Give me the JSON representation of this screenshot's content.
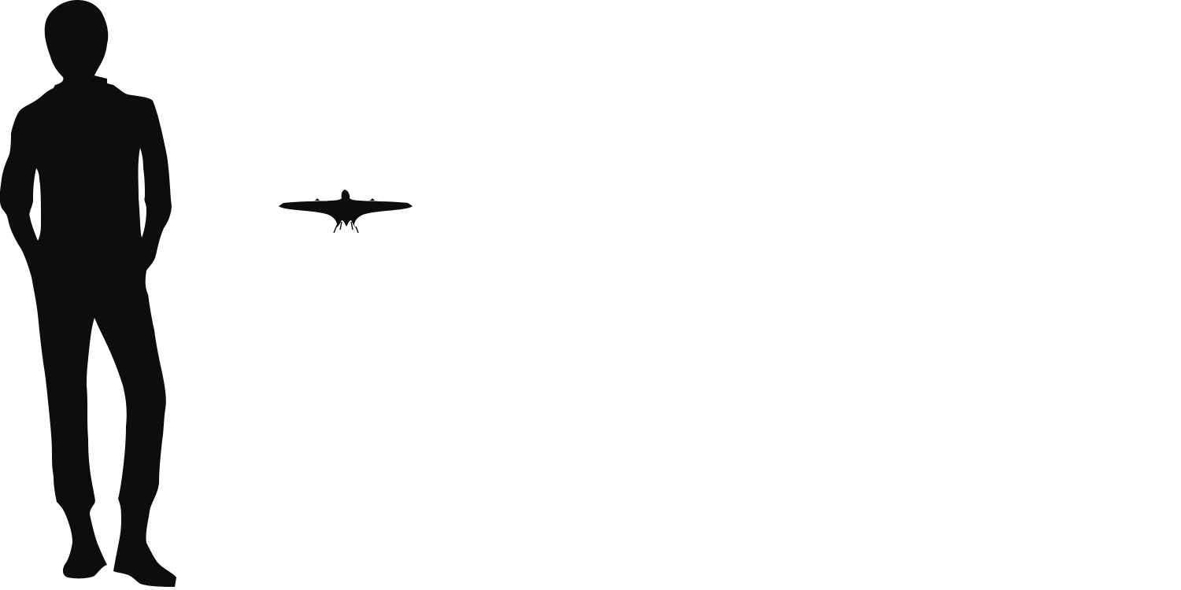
{
  "diagram": {
    "kind": "size-comparison",
    "background_color": "#ffffff",
    "silhouette_color": "#0d0d0d",
    "silhouettes": [
      {
        "id": "human",
        "icon": "human-silhouette-icon"
      },
      {
        "id": "pterosaur",
        "icon": "pterosaur-silhouette-icon"
      }
    ]
  }
}
